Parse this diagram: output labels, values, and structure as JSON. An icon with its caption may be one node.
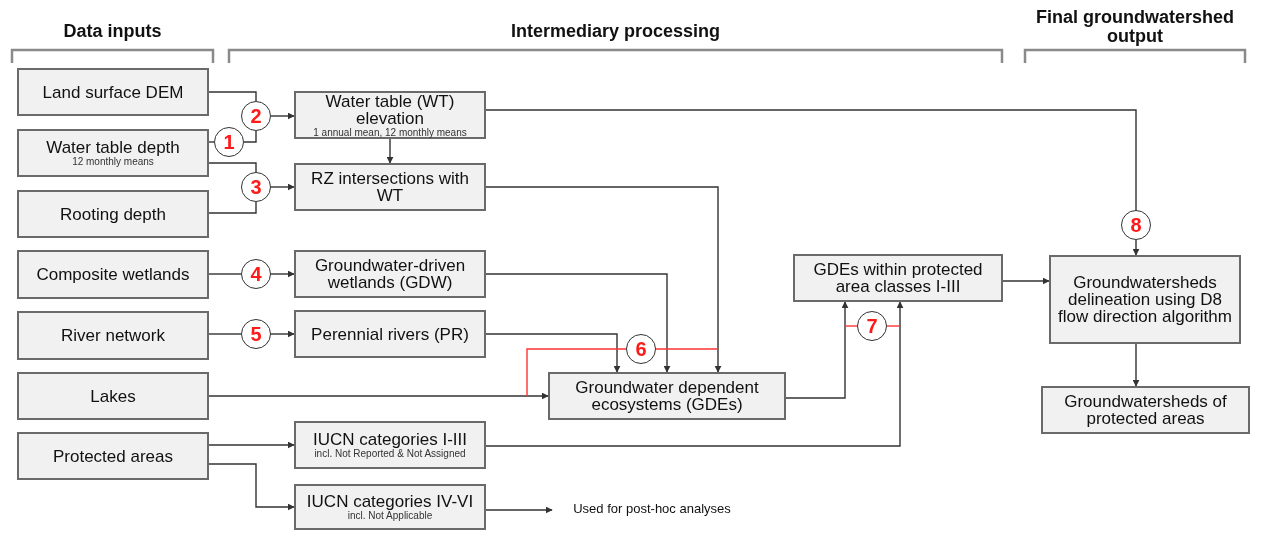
{
  "diagram": {
    "nodes": [
      {
        "text": [
          "Land surface DEM"
        ]
      },
      {
        "text": [
          "Water table depth",
          "12 monthly means"
        ]
      },
      {
        "text": [
          "Rooting depth"
        ]
      },
      {
        "text": [
          "Composite wetlands"
        ]
      },
      {
        "text": [
          "River network"
        ]
      },
      {
        "text": [
          "Lakes"
        ]
      },
      {
        "text": [
          "Protected areas"
        ]
      },
      {
        "text": [
          "Water table (WT) elevation",
          "1 annual mean, 12 monthly means"
        ]
      },
      {
        "text": [
          "RZ intersections with WT"
        ]
      },
      {
        "text": [
          "Groundwater-driven wetlands (GDW)"
        ]
      },
      {
        "text": [
          "Perennial rivers (PR)"
        ]
      },
      {
        "text": [
          "IUCN categories I-III",
          "incl. Not Reported & Not Assigned"
        ]
      },
      {
        "text": [
          "IUCN categories IV-VI",
          "incl. Not Applicable"
        ]
      },
      {
        "text": [
          "Groundwater dependent ecosystems (GDEs)"
        ]
      },
      {
        "text": [
          "GDEs within protected area classes I-III"
        ]
      },
      {
        "text": [
          "Groundwatersheds delineation using D8 flow direction algorithm"
        ]
      },
      {
        "text": [
          "Groundwatersheds of protected areas"
        ]
      },
      {
        "text": [
          "Used for post-hoc analyses"
        ]
      },
      {
        "text": [
          "1"
        ]
      },
      {
        "text": [
          "2"
        ]
      },
      {
        "text": [
          "3"
        ]
      },
      {
        "text": [
          "4"
        ]
      },
      {
        "text": [
          "5"
        ]
      },
      {
        "text": [
          "6"
        ]
      },
      {
        "text": [
          "7"
        ]
      },
      {
        "text": [
          "8"
        ]
      }
    ],
    "edges": [
      {
        "from": 0,
        "to": 19,
        "arrow": "none"
      },
      {
        "from": 1,
        "to": 18,
        "arrow": "none"
      },
      {
        "from": 18,
        "to": 19,
        "arrow": "none"
      },
      {
        "from": 19,
        "to": 7,
        "arrow": "to"
      },
      {
        "from": 1,
        "to": 20,
        "arrow": "none"
      },
      {
        "from": 2,
        "to": 20,
        "arrow": "none"
      },
      {
        "from": 20,
        "to": 8,
        "arrow": "to"
      },
      {
        "from": 7,
        "to": 8,
        "arrow": "to"
      },
      {
        "from": 3,
        "to": 21,
        "arrow": "none"
      },
      {
        "from": 21,
        "to": 9,
        "arrow": "to"
      },
      {
        "from": 4,
        "to": 22,
        "arrow": "none"
      },
      {
        "from": 22,
        "to": 10,
        "arrow": "to"
      },
      {
        "from": 5,
        "to": 13,
        "arrow": "to"
      },
      {
        "from": 6,
        "to": 11,
        "arrow": "to"
      },
      {
        "from": 6,
        "to": 12,
        "arrow": "to"
      },
      {
        "from": 12,
        "to": 17,
        "arrow": "to"
      },
      {
        "from": 10,
        "to": 13,
        "arrow": "to"
      },
      {
        "from": 9,
        "to": 13,
        "arrow": "to"
      },
      {
        "from": 8,
        "to": 13,
        "arrow": "to"
      },
      {
        "from": 13,
        "to": 14,
        "arrow": "to"
      },
      {
        "from": 11,
        "to": 14,
        "arrow": "to"
      },
      {
        "from": 14,
        "to": 15,
        "arrow": "to"
      },
      {
        "from": 7,
        "to": 25,
        "arrow": "none"
      },
      {
        "from": 25,
        "to": 15,
        "arrow": "to"
      },
      {
        "from": 15,
        "to": 16,
        "arrow": "to"
      },
      {
        "from": null,
        "to": 23,
        "arrow": "none",
        "color": "#ff3333"
      },
      {
        "from": 23,
        "to": null,
        "arrow": "none",
        "color": "#ff3333"
      },
      {
        "from": null,
        "to": 24,
        "arrow": "none",
        "color": "#ff3333"
      },
      {
        "from": 24,
        "to": null,
        "arrow": "none",
        "color": "#ff3333"
      }
    ],
    "labels": [
      "Data inputs",
      "Intermediary processing",
      "Final groundwatershed output"
    ]
  }
}
